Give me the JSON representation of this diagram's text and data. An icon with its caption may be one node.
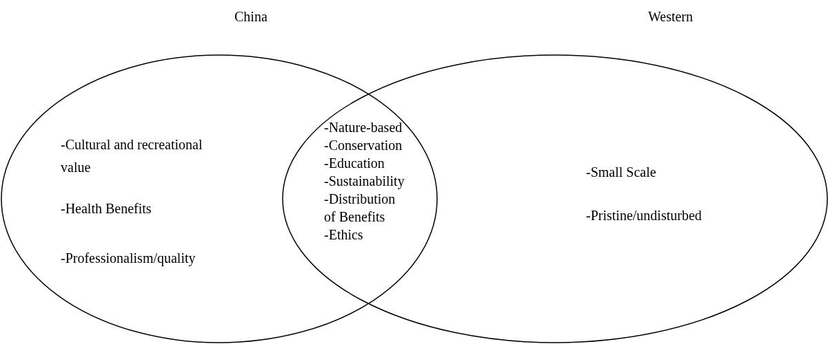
{
  "diagram": {
    "nodes": [
      {
        "text": [
          "China",
          "-Cultural and recreational value",
          "-Health Benefits",
          "-Professionalism/quality"
        ]
      },
      {
        "text": [
          "Western",
          "-Small Scale",
          "-Pristine/undisturbed"
        ]
      }
    ],
    "edges": [],
    "labels": [
      "-Nature-based",
      "-Conservation",
      "-Education",
      "-Sustainability",
      "-Distribution of Benefits",
      "-Ethics"
    ]
  }
}
